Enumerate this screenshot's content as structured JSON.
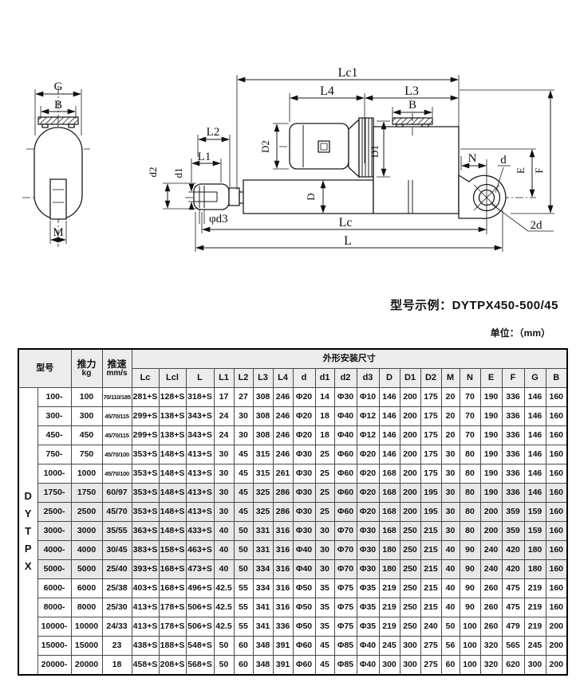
{
  "diagram": {
    "labels": {
      "G": "G",
      "B": "B",
      "M": "M",
      "Lc1": "Lc1",
      "L4": "L4",
      "L3": "L3",
      "L1": "L1",
      "L2": "L2",
      "d1": "d1",
      "d2": "d2",
      "phid3": "φd3",
      "D": "D",
      "D1": "D1",
      "D2": "D2",
      "N": "N",
      "d": "d",
      "E": "E",
      "F": "F",
      "twod": "2d",
      "Lc": "Lc",
      "L": "L"
    }
  },
  "example": {
    "text": "型号示例：DYTPX450-500/45"
  },
  "units": {
    "text": "单位：（mm）"
  },
  "table": {
    "header": {
      "model": "型号",
      "thrust_cn": "推力",
      "thrust_unit": "kg",
      "speed_cn": "推速",
      "speed_unit": "mm/s",
      "dims": "外形安装尺寸",
      "cols": [
        "Lc",
        "Lcl",
        "L",
        "L1",
        "L2",
        "L3",
        "L4",
        "d",
        "d1",
        "d2",
        "d3",
        "D",
        "D1",
        "D2",
        "M",
        "N",
        "E",
        "F",
        "G",
        "B"
      ]
    },
    "series_vertical": [
      "D",
      "Y",
      "T",
      "P",
      "X"
    ],
    "rows": [
      {
        "model": "100-",
        "thrust": "100",
        "speed": "70/110/185",
        "shaded": false,
        "values": [
          "281+S",
          "128+S",
          "318+S",
          "17",
          "27",
          "308",
          "246",
          "Φ20",
          "14",
          "Φ30",
          "Φ10",
          "146",
          "200",
          "175",
          "20",
          "70",
          "190",
          "336",
          "146",
          "160"
        ]
      },
      {
        "model": "300-",
        "thrust": "300",
        "speed": "45/70/115",
        "shaded": false,
        "values": [
          "299+S",
          "138+S",
          "343+S",
          "24",
          "30",
          "308",
          "246",
          "Φ20",
          "18",
          "Φ40",
          "Φ12",
          "146",
          "200",
          "175",
          "20",
          "70",
          "190",
          "336",
          "146",
          "160"
        ]
      },
      {
        "model": "450-",
        "thrust": "450",
        "speed": "45/70/115",
        "shaded": false,
        "values": [
          "299+S",
          "138+S",
          "343+S",
          "24",
          "30",
          "308",
          "246",
          "Φ20",
          "18",
          "Φ40",
          "Φ12",
          "146",
          "200",
          "175",
          "20",
          "70",
          "190",
          "336",
          "146",
          "160"
        ]
      },
      {
        "model": "750-",
        "thrust": "750",
        "speed": "45/70/100",
        "shaded": false,
        "values": [
          "353+S",
          "148+S",
          "413+S",
          "30",
          "45",
          "315",
          "246",
          "Φ30",
          "25",
          "Φ60",
          "Φ20",
          "146",
          "200",
          "175",
          "30",
          "80",
          "190",
          "336",
          "146",
          "160"
        ]
      },
      {
        "model": "1000-",
        "thrust": "1000",
        "speed": "45/70/100",
        "shaded": false,
        "values": [
          "353+S",
          "148+S",
          "413+S",
          "30",
          "45",
          "315",
          "261",
          "Φ30",
          "25",
          "Φ60",
          "Φ20",
          "168",
          "200",
          "175",
          "30",
          "80",
          "190",
          "336",
          "146",
          "160"
        ]
      },
      {
        "model": "1750-",
        "thrust": "1750",
        "speed": "60/97",
        "shaded": true,
        "values": [
          "353+S",
          "148+S",
          "413+S",
          "30",
          "45",
          "325",
          "286",
          "Φ30",
          "25",
          "Φ60",
          "Φ20",
          "168",
          "200",
          "195",
          "30",
          "80",
          "190",
          "336",
          "146",
          "160"
        ]
      },
      {
        "model": "2500-",
        "thrust": "2500",
        "speed": "45/70",
        "shaded": true,
        "values": [
          "353+S",
          "148+S",
          "413+S",
          "30",
          "45",
          "325",
          "286",
          "Φ30",
          "25",
          "Φ60",
          "Φ20",
          "168",
          "200",
          "195",
          "30",
          "80",
          "200",
          "359",
          "159",
          "160"
        ]
      },
      {
        "model": "3000-",
        "thrust": "3000",
        "speed": "35/55",
        "shaded": true,
        "values": [
          "363+S",
          "148+S",
          "433+S",
          "40",
          "50",
          "331",
          "316",
          "Φ30",
          "30",
          "Φ70",
          "Φ30",
          "168",
          "250",
          "215",
          "30",
          "80",
          "200",
          "359",
          "159",
          "160"
        ]
      },
      {
        "model": "4000-",
        "thrust": "4000",
        "speed": "30/45",
        "shaded": true,
        "values": [
          "383+S",
          "158+S",
          "463+S",
          "40",
          "50",
          "331",
          "316",
          "Φ40",
          "30",
          "Φ70",
          "Φ30",
          "180",
          "250",
          "215",
          "40",
          "90",
          "240",
          "420",
          "180",
          "160"
        ]
      },
      {
        "model": "5000-",
        "thrust": "5000",
        "speed": "25/40",
        "shaded": true,
        "values": [
          "393+S",
          "168+S",
          "473+S",
          "40",
          "50",
          "334",
          "316",
          "Φ40",
          "30",
          "Φ70",
          "Φ30",
          "180",
          "250",
          "215",
          "40",
          "90",
          "240",
          "420",
          "180",
          "160"
        ]
      },
      {
        "model": "6000-",
        "thrust": "6000",
        "speed": "25/38",
        "shaded": false,
        "values": [
          "403+S",
          "168+S",
          "496+S",
          "42.5",
          "55",
          "334",
          "316",
          "Φ50",
          "35",
          "Φ75",
          "Φ35",
          "219",
          "250",
          "215",
          "40",
          "90",
          "260",
          "475",
          "219",
          "160"
        ]
      },
      {
        "model": "8000-",
        "thrust": "8000",
        "speed": "25/30",
        "shaded": false,
        "values": [
          "413+S",
          "178+S",
          "506+S",
          "42.5",
          "55",
          "341",
          "316",
          "Φ50",
          "35",
          "Φ75",
          "Φ35",
          "219",
          "250",
          "215",
          "40",
          "90",
          "260",
          "475",
          "219",
          "160"
        ]
      },
      {
        "model": "10000-",
        "thrust": "10000",
        "speed": "24/33",
        "shaded": false,
        "values": [
          "413+S",
          "178+S",
          "506+S",
          "42.5",
          "55",
          "341",
          "336",
          "Φ50",
          "35",
          "Φ75",
          "Φ35",
          "219",
          "250",
          "240",
          "50",
          "100",
          "260",
          "479",
          "219",
          "200"
        ]
      },
      {
        "model": "15000-",
        "thrust": "15000",
        "speed": "23",
        "shaded": false,
        "values": [
          "438+S",
          "188+S",
          "548+S",
          "50",
          "60",
          "348",
          "391",
          "Φ60",
          "45",
          "Φ85",
          "Φ40",
          "245",
          "300",
          "275",
          "56",
          "100",
          "320",
          "565",
          "245",
          "200"
        ]
      },
      {
        "model": "20000-",
        "thrust": "20000",
        "speed": "18",
        "shaded": false,
        "values": [
          "458+S",
          "208+S",
          "568+S",
          "50",
          "60",
          "348",
          "391",
          "Φ60",
          "45",
          "Φ85",
          "Φ40",
          "300",
          "300",
          "275",
          "60",
          "100",
          "320",
          "620",
          "300",
          "200"
        ]
      }
    ]
  }
}
